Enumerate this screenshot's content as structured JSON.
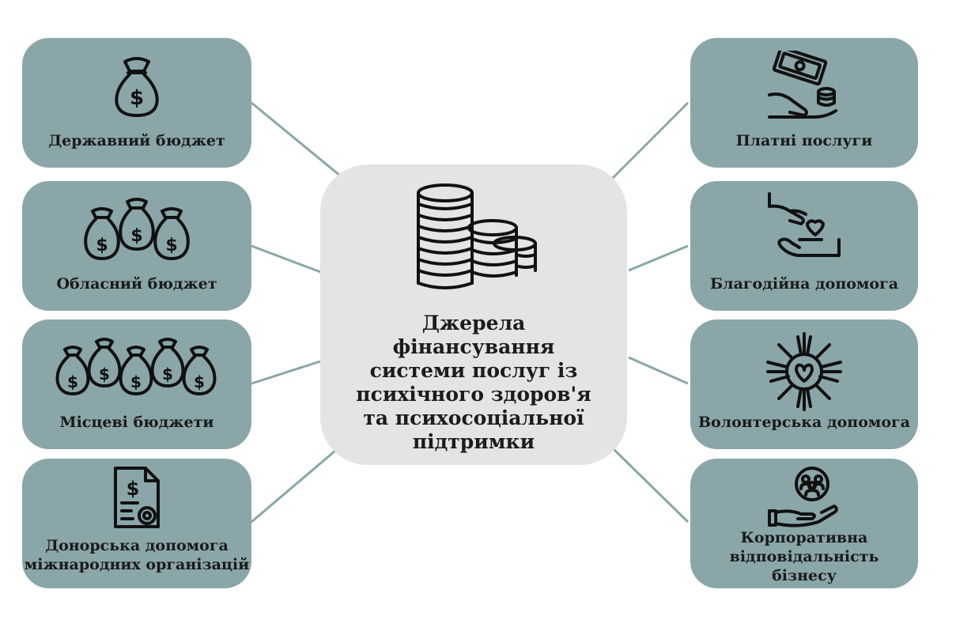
{
  "center": {
    "title": "Джерела фінансування системи послуг із психічного здоров'я та психосоціальної підтримки",
    "icon": "coin-stacks-icon"
  },
  "left": [
    {
      "label": "Державний бюджет",
      "icon": "money-bag-icon"
    },
    {
      "label": "Обласний бюджет",
      "icon": "three-money-bags-icon"
    },
    {
      "label": "Місцеві бюджети",
      "icon": "five-money-bags-icon"
    },
    {
      "label": "Донорська допомога міжнародних організацій",
      "icon": "grant-document-icon"
    }
  ],
  "right": [
    {
      "label": "Платні послуги",
      "icon": "hand-with-cash-icon"
    },
    {
      "label": "Благодійна допомога",
      "icon": "giving-hands-heart-icon"
    },
    {
      "label": "Волонтерська допомога",
      "icon": "circle-of-hands-heart-icon"
    },
    {
      "label": "Корпоративна відповідальність бізнесу",
      "icon": "hand-holding-people-icon"
    }
  ],
  "colors": {
    "box": "#8aa6a8",
    "center": "#e4e4e4",
    "connector": "#8aa6a8",
    "text": "#1a1a1a"
  }
}
